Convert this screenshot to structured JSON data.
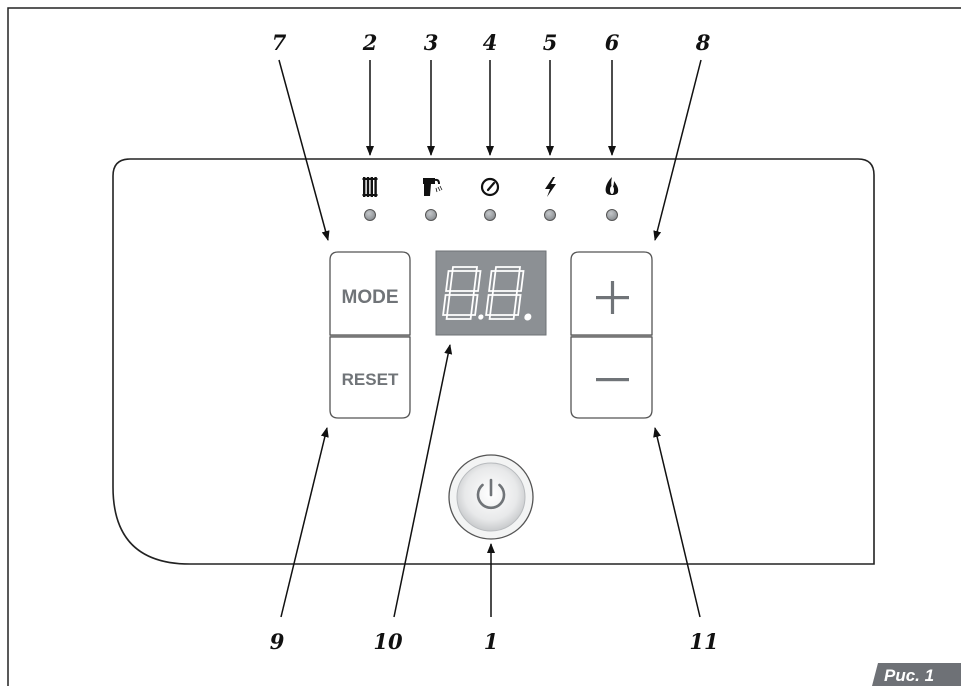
{
  "callouts": {
    "c1": "1",
    "c2": "2",
    "c3": "3",
    "c4": "4",
    "c5": "5",
    "c6": "6",
    "c7": "7",
    "c8": "8",
    "c9": "9",
    "c10": "10",
    "c11": "11"
  },
  "buttons": {
    "mode": "MODE",
    "reset": "RESET",
    "plus": "+",
    "minus": "−"
  },
  "indicators": [
    "radiator-icon",
    "tap-icon",
    "gauge-icon",
    "lightning-icon",
    "flame-icon"
  ],
  "display": {
    "segments": "8.8."
  },
  "figure_label": "Рис. 1",
  "colors": {
    "led": "#9a9ea2",
    "display_bg": "#8c9094",
    "button_text": "#707478",
    "label_bg": "#6e7176"
  }
}
